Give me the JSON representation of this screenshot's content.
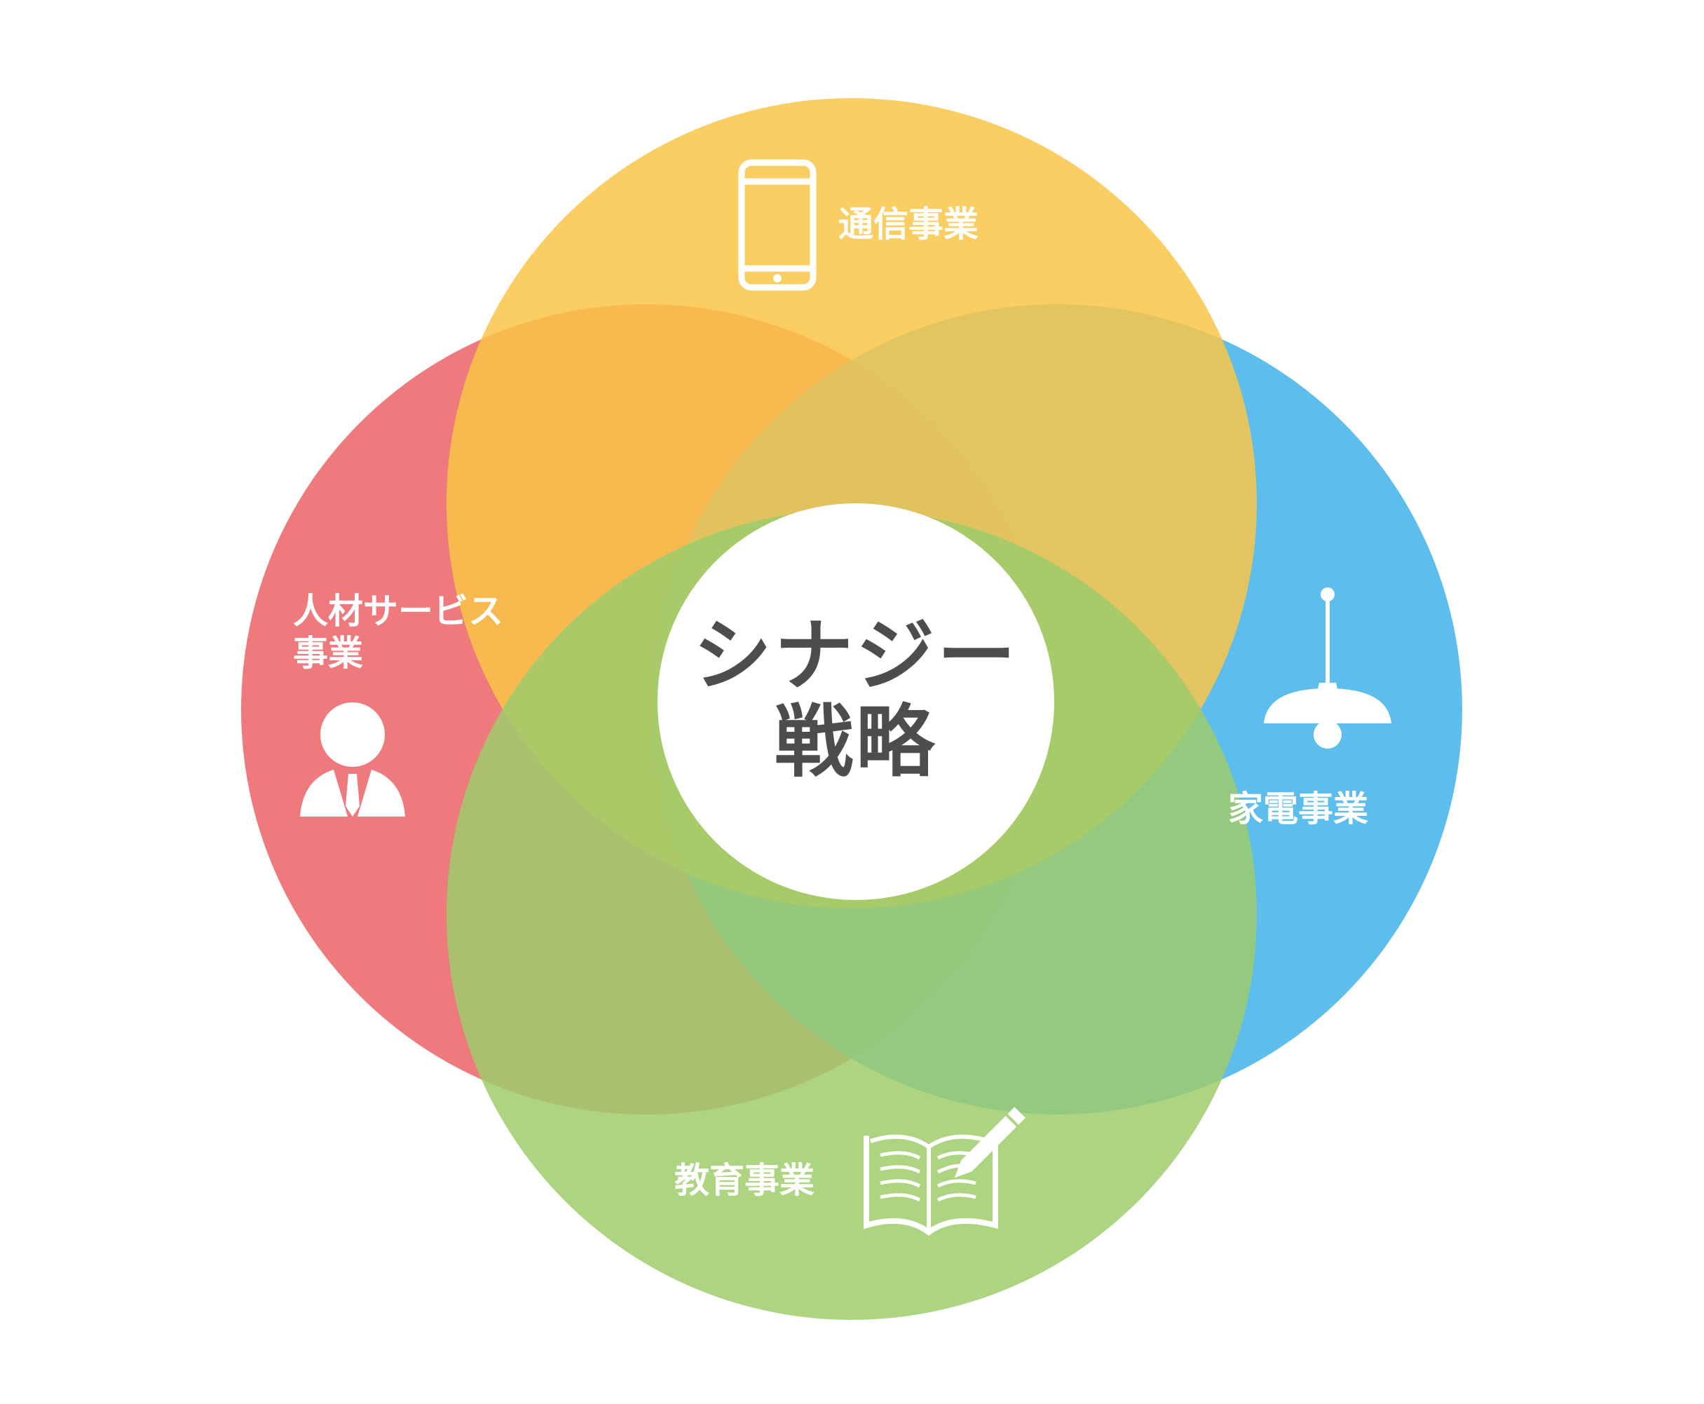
{
  "center": {
    "line1": "シナジー",
    "line2": "戦略"
  },
  "sectors": {
    "top": {
      "label": "通信事業",
      "icon": "smartphone-icon",
      "color": "#f9c646"
    },
    "left": {
      "label_line1": "人材サービス",
      "label_line2": "事業",
      "icon": "business-person-icon",
      "color": "#ec6c70"
    },
    "right": {
      "label": "家電事業",
      "icon": "pendant-lamp-icon",
      "color": "#4bb7ec"
    },
    "bottom": {
      "label": "教育事業",
      "icon": "open-book-pencil-icon",
      "color": "#9dcc6b"
    }
  }
}
